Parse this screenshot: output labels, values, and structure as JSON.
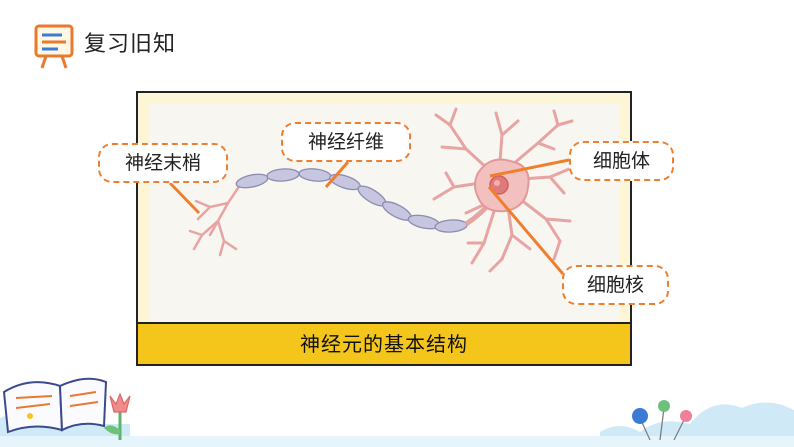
{
  "header": {
    "title": "复习旧知",
    "icon": "blackboard-icon"
  },
  "figure": {
    "caption": "神经元的基本结构",
    "labels": {
      "nerve_endings": "神经末梢",
      "nerve_fiber": "神经纤维",
      "cell_body": "细胞体",
      "nucleus": "细胞核"
    }
  },
  "colors": {
    "accent_orange": "#ef7f2e",
    "caption_yellow": "#f4c61c",
    "frame_fill": "#fdf6d6",
    "neuron_pink": "#e8a3a3",
    "myelin_gray": "#b8b8d6"
  }
}
